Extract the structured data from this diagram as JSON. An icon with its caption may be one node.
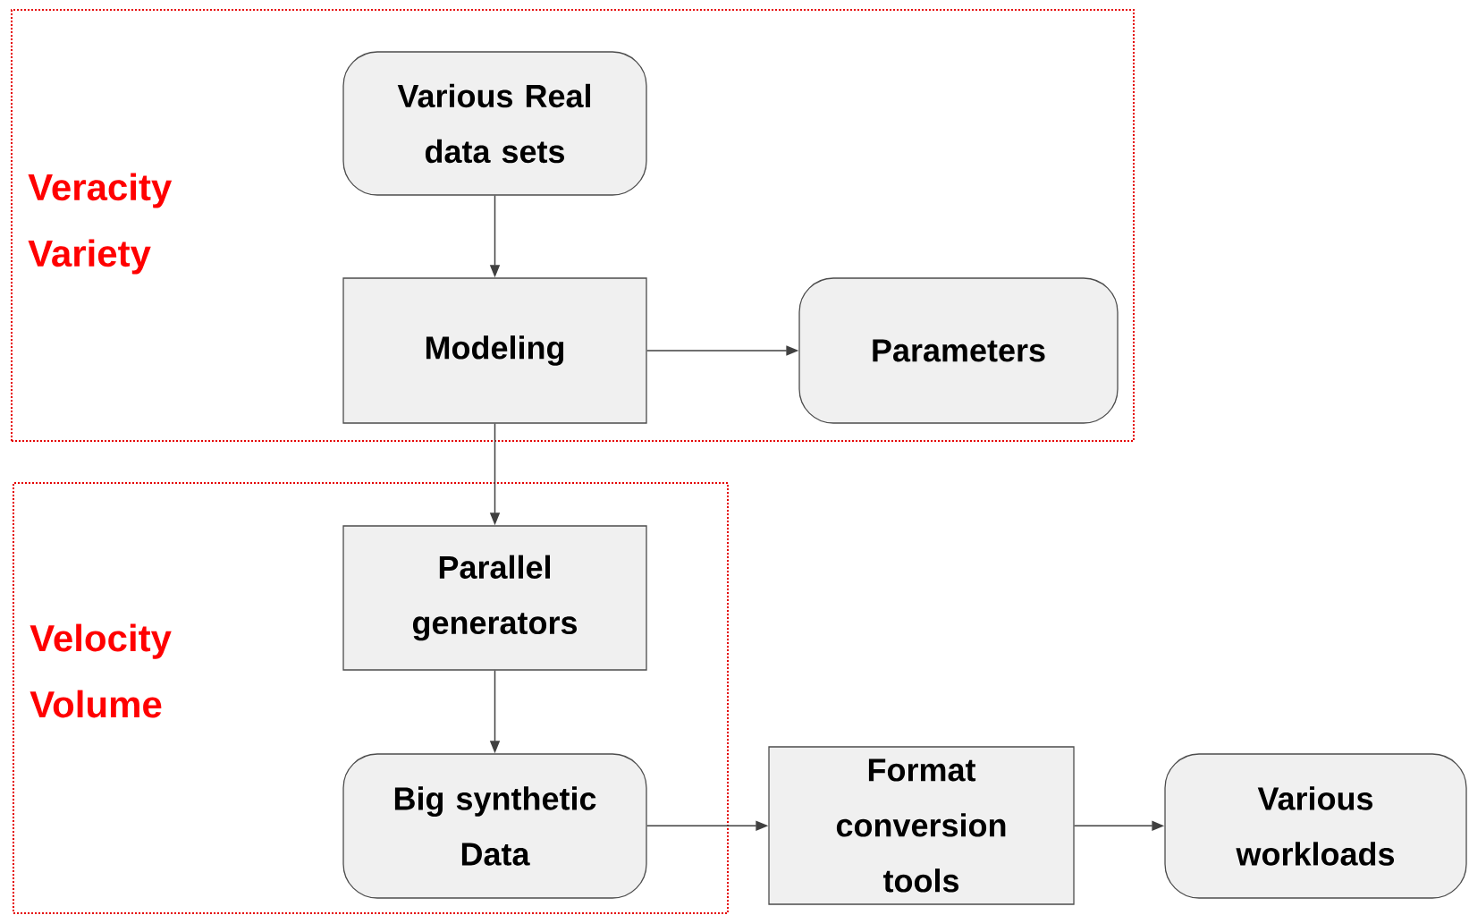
{
  "diagram": {
    "nodes": [
      {
        "text": [
          "Veracity Variety"
        ]
      },
      {
        "text": [
          "Various Real data sets"
        ],
        "in": 0
      },
      {
        "text": [
          "Modeling"
        ],
        "in": 0
      },
      {
        "text": [
          "Parameters"
        ],
        "in": 0
      },
      {
        "text": [
          "Velocity Volume"
        ]
      },
      {
        "text": [
          "Parallel generators"
        ],
        "in": 4
      },
      {
        "text": [
          "Big synthetic Data"
        ],
        "in": 4
      },
      {
        "text": [
          "Format conversion tools"
        ]
      },
      {
        "text": [
          "Various workloads"
        ]
      }
    ],
    "edges": [
      {
        "from": 1,
        "to": 2,
        "arrow": "to"
      },
      {
        "from": 2,
        "to": 3,
        "arrow": "to"
      },
      {
        "from": 2,
        "to": 5,
        "arrow": "to"
      },
      {
        "from": 5,
        "to": 6,
        "arrow": "to"
      },
      {
        "from": 6,
        "to": 7,
        "arrow": "to"
      },
      {
        "from": 7,
        "to": 8,
        "arrow": "to"
      }
    ]
  }
}
